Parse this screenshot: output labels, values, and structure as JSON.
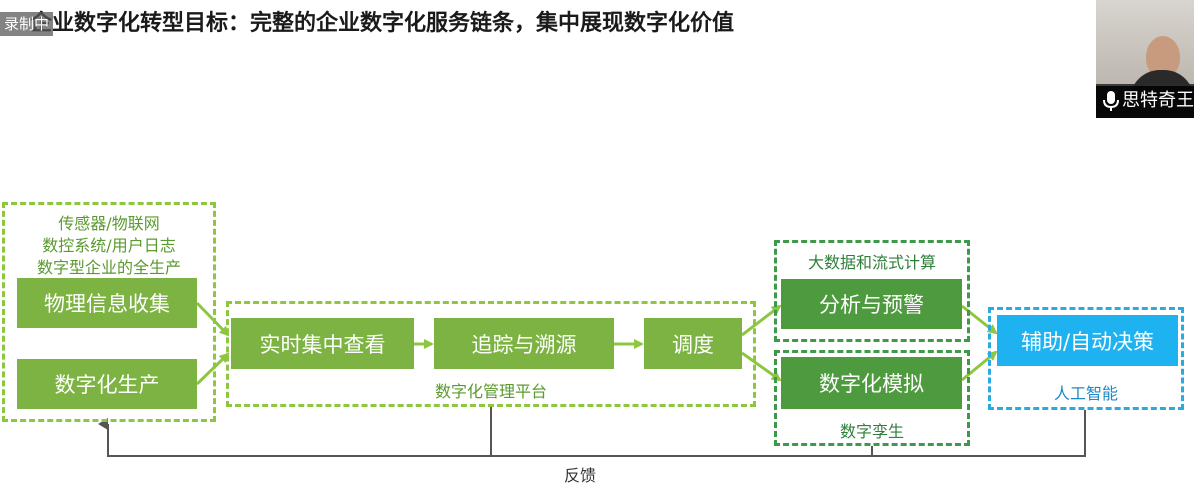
{
  "slide": {
    "title": "企业数字化转型目标：完整的企业数字化服务链条，集中展现数字化价值",
    "recording_badge": "录制中"
  },
  "video_tile": {
    "participant_name": "思特奇王",
    "icon": "microphone-icon"
  },
  "diagram": {
    "source_group": {
      "caption_lines": [
        "传感器/物联网",
        "数控系统/用户日志",
        "数字型企业的全生产"
      ],
      "nodes": [
        "物理信息收集",
        "数字化生产"
      ]
    },
    "management_platform": {
      "label": "数字化管理平台",
      "nodes": [
        "实时集中查看",
        "追踪与溯源",
        "调度"
      ]
    },
    "big_data_group": {
      "label": "大数据和流式计算",
      "node": "分析与预警"
    },
    "digital_twin_group": {
      "label": "数字孪生",
      "node": "数字化模拟"
    },
    "ai_group": {
      "label": "人工智能",
      "node": "辅助/自动决策"
    },
    "feedback_label": "反馈",
    "colors": {
      "light_green": "#7cb342",
      "dark_green": "#4e9a3e",
      "blue": "#1eb3f0",
      "dashed_green": "#8dc63f",
      "arrow": "#8dc63f",
      "feedback_line": "#555555"
    }
  }
}
